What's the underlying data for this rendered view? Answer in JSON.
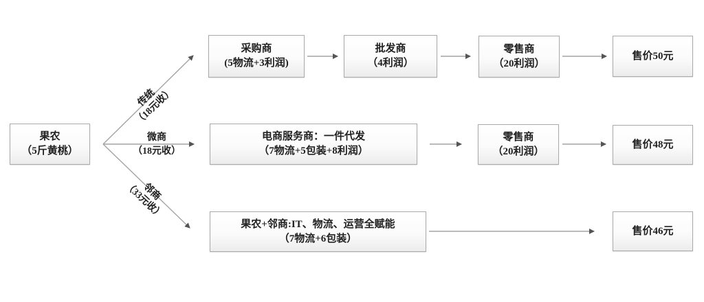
{
  "source_box": {
    "line1": "果农",
    "line2": "（5斤黄桃）"
  },
  "branch_labels": {
    "traditional": {
      "line1": "传统",
      "line2": "（18元收）"
    },
    "micro": {
      "line1": "微商",
      "line2": "（18元收）"
    },
    "neighbor": {
      "line1": "邻商",
      "line2": "（33元收）"
    }
  },
  "row_traditional": {
    "purchaser": {
      "line1": "采购商",
      "line2": "(5物流+3利润)"
    },
    "wholesaler": {
      "line1": "批发商",
      "line2": "（4利润）"
    },
    "retailer": {
      "line1": "零售商",
      "line2": "（20利润）"
    },
    "price": "售价50元"
  },
  "row_micro": {
    "service": {
      "line1": "电商服务商：一件代发",
      "line2": "（7物流+5包装+8利润）"
    },
    "retailer": {
      "line1": "零售商",
      "line2": "（20利润）"
    },
    "price": "售价48元"
  },
  "row_neighbor": {
    "empower": {
      "line1": "果农+邻商:IT、物流、运营全赋能",
      "line2": "（7物流+6包装）"
    },
    "price": "售价46元"
  },
  "colors": {
    "box_border": "#a9a9a9",
    "box_background_top": "#ffffff",
    "box_background_bottom": "#ececec",
    "text": "#212121",
    "arrow_line": "#a3a3a3",
    "arrow_head": "#555555"
  }
}
